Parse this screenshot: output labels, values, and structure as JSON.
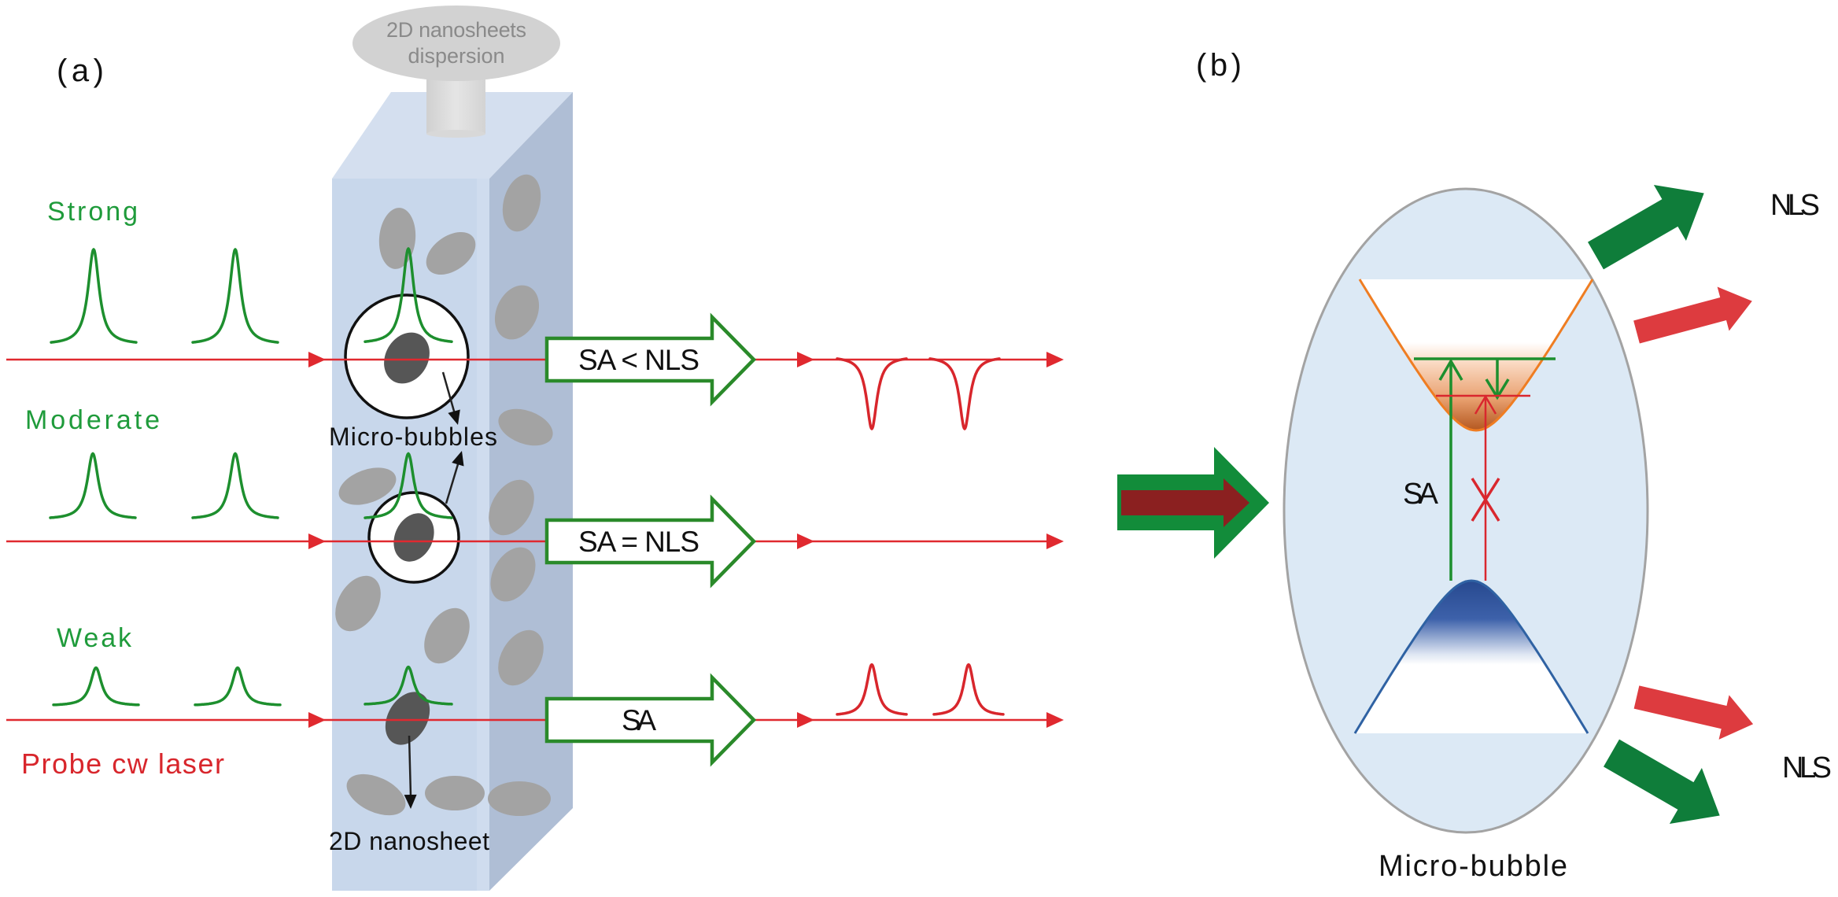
{
  "figure": {
    "panel_a": {
      "label": "(a)",
      "dispersion": {
        "line1": "2D nanosheets",
        "line2": "dispersion"
      },
      "probe_label": "Probe cw laser",
      "microbubbles_label": "Micro-bubbles",
      "nanosheet_label": "2D nanosheet",
      "rows": [
        {
          "intensity": "Strong",
          "input_pulse_relative_height": 1.0,
          "microbubble": "large",
          "process": "SA < NLS",
          "output_pulse": "dip",
          "output_pulse_relative_height": 0.76
        },
        {
          "intensity": "Moderate",
          "input_pulse_relative_height": 0.69,
          "microbubble": "small",
          "process": "SA = NLS",
          "output_pulse": "none",
          "output_pulse_relative_height": 0
        },
        {
          "intensity": "Weak",
          "input_pulse_relative_height": 0.4,
          "microbubble": "none",
          "process": "SA",
          "output_pulse": "peak",
          "output_pulse_relative_height": 0.54
        }
      ]
    },
    "panel_b": {
      "label": "(b)",
      "transition_label": "SA",
      "scatter_labels": [
        "NLS",
        "NLS"
      ],
      "bubble_label": "Micro-bubble"
    },
    "colors": {
      "pulse_green": "#1d8f2e",
      "intensity_text_green": "#1f9b3b",
      "laser_red": "#e0292f",
      "box_green": "#2a8a2a",
      "nls_green_arrow": "#0f7d3a",
      "nls_red_arrow": "#dd3b3f",
      "input_arrow_outer": "#128c3a",
      "input_arrow_inner": "#8b2020",
      "conduction_band": "#ef7d22",
      "valence_band": "#2f62a3",
      "cuvette_front": "#c8d7eb",
      "cuvette_top": "#d4dfef",
      "cuvette_side": "#afbed5",
      "bubble_fill": "#dce9f5",
      "bubble_outline": "#a3a3a3"
    }
  }
}
